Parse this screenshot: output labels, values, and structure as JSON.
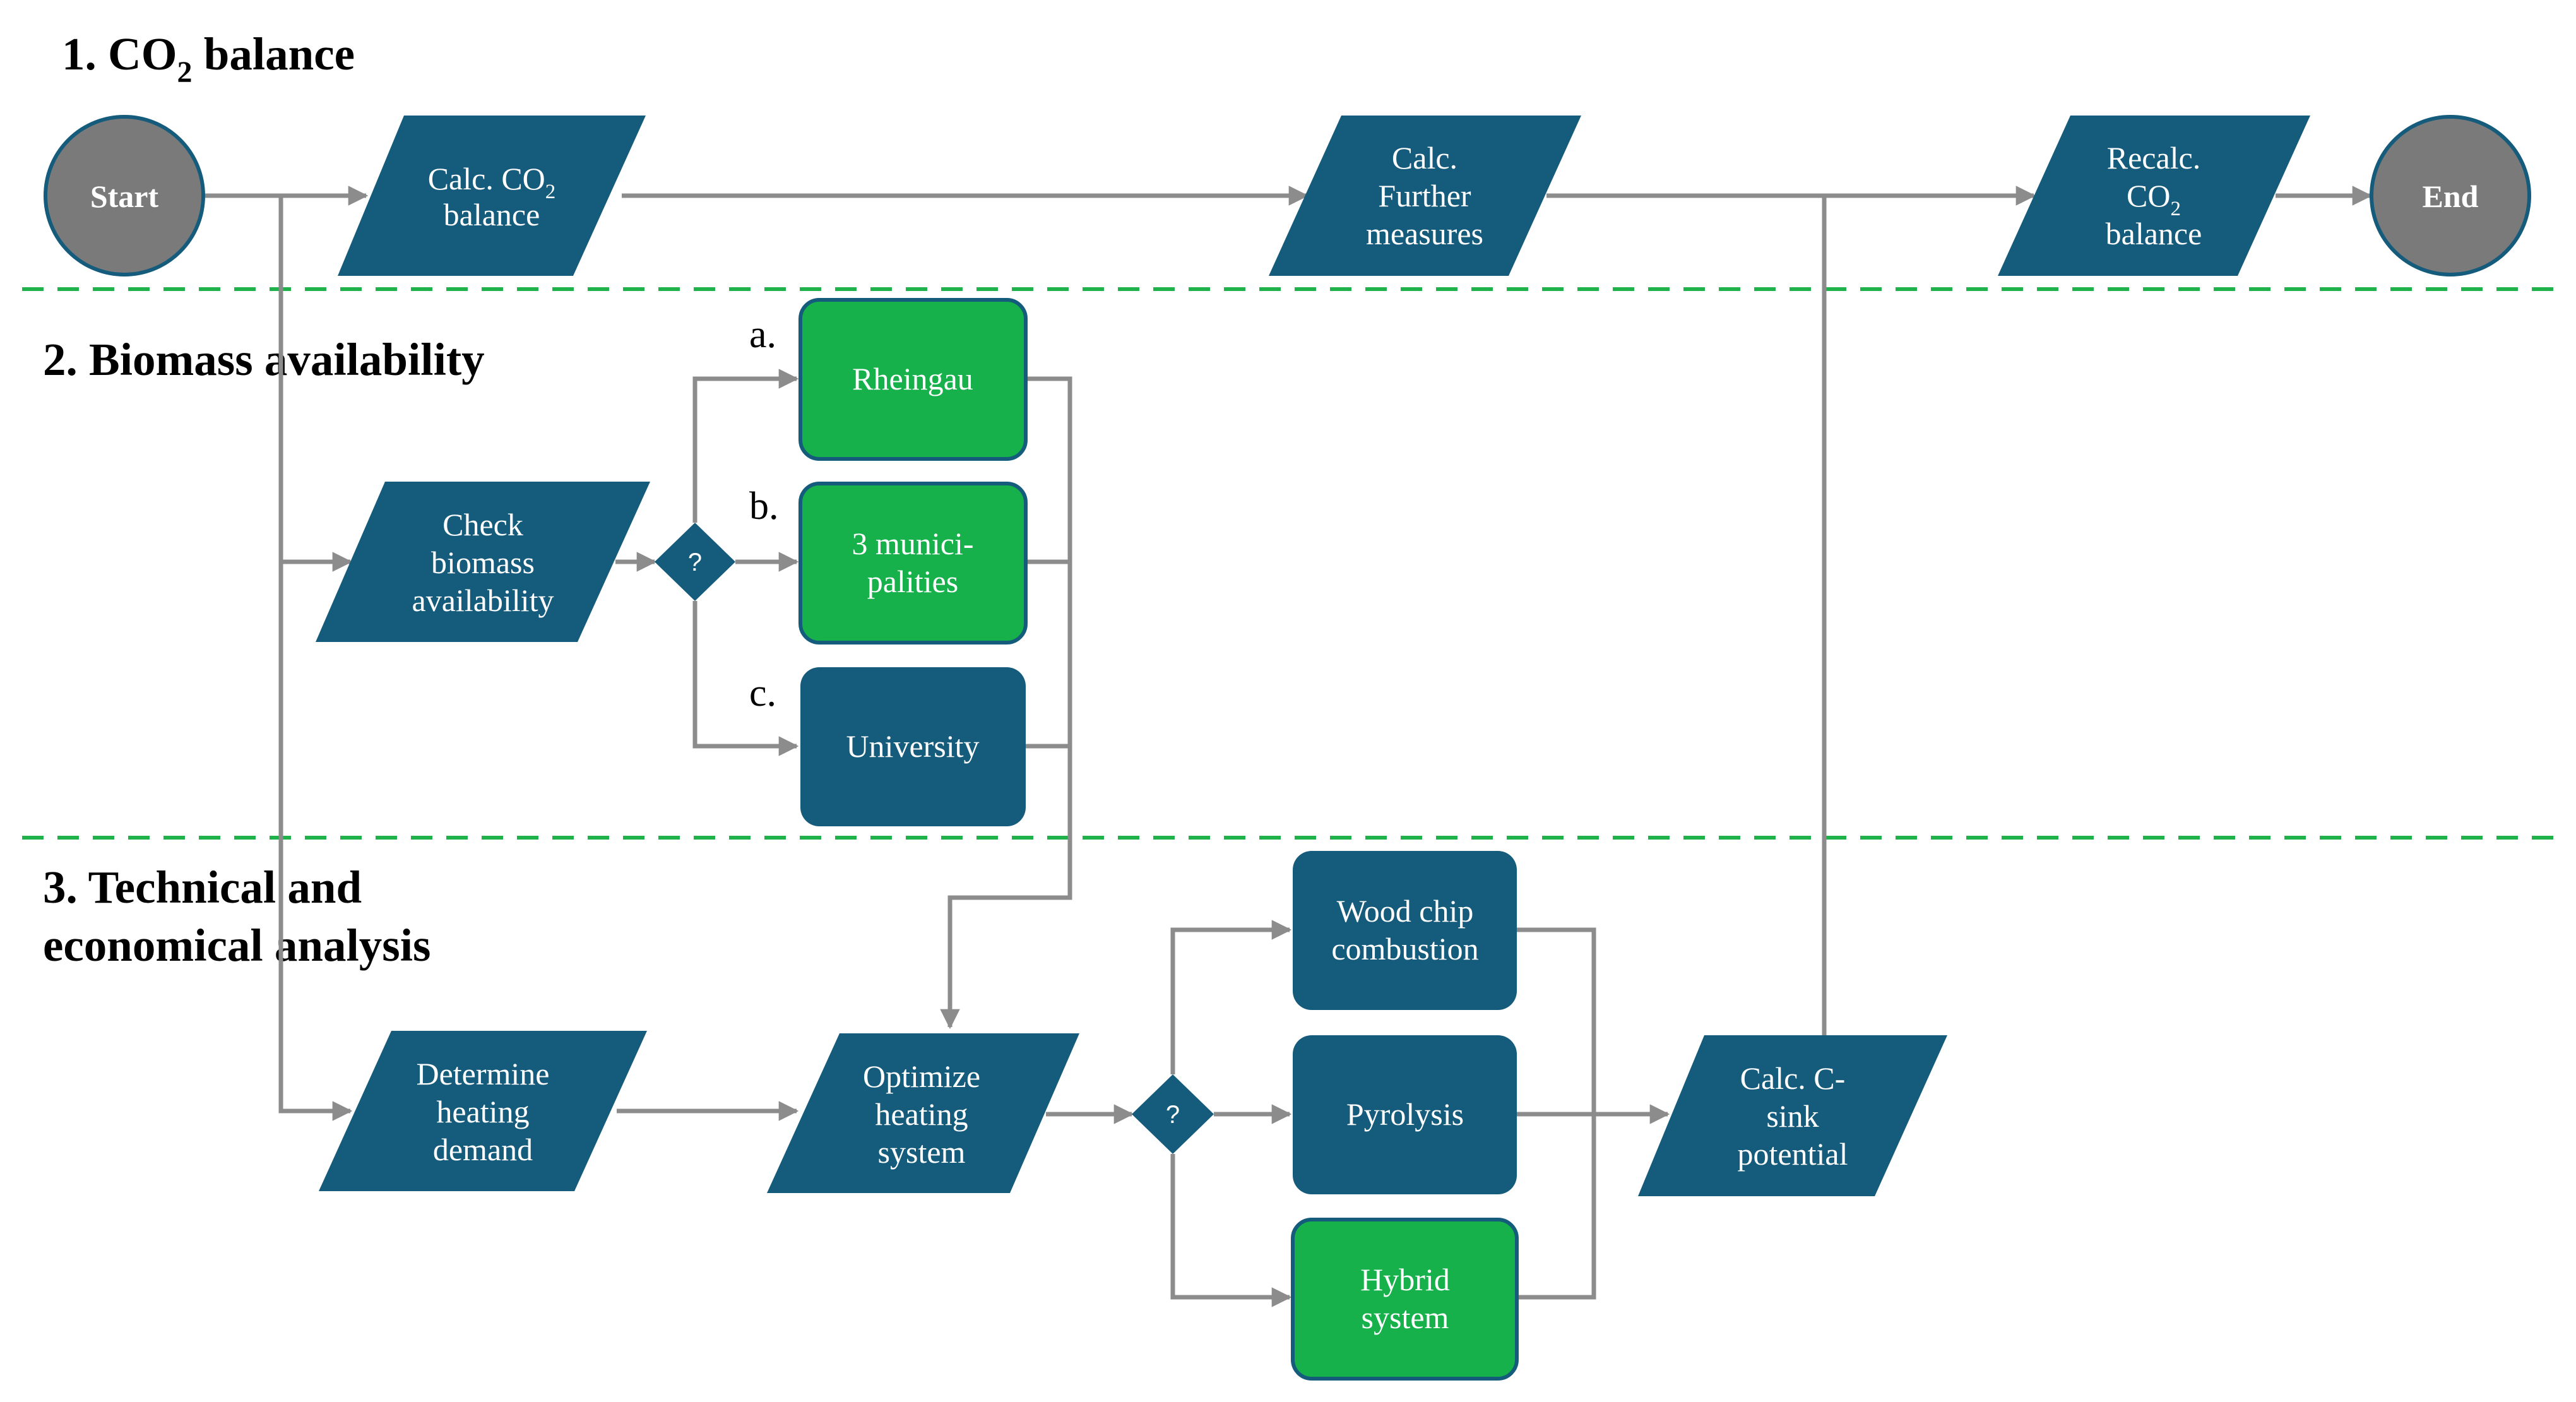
{
  "colors": {
    "dark_blue": "#155b7c",
    "green": "#16b14b",
    "gray": "#7a7a7a",
    "connector": "#8c8c8c",
    "divider": "#1fb14a"
  },
  "sections": {
    "s1": {
      "prefix": "1. CO",
      "sub": "2",
      "suffix": " balance"
    },
    "s2": {
      "title": "2. Biomass availability"
    },
    "s3": {
      "line1": "3. Technical and",
      "line2": "economical analysis"
    }
  },
  "nodes": {
    "start": "Start",
    "end": "End",
    "calc_co2": {
      "line1_pre": "Calc. CO",
      "line1_sub": "2",
      "line2": "balance"
    },
    "further": [
      "Calc.",
      "Further",
      "measures"
    ],
    "recalc": {
      "line1": "Recalc.",
      "line2_pre": "CO",
      "line2_sub": "2",
      "line3": "balance"
    },
    "check_biomass": [
      "Check",
      "biomass",
      "availability"
    ],
    "decision_1": "?",
    "rheingau": "Rheingau",
    "municipalities": [
      "3 munici-",
      "palities"
    ],
    "university": "University",
    "heating_demand": [
      "Determine",
      "heating",
      "demand"
    ],
    "optimize": [
      "Optimize",
      "heating",
      "system"
    ],
    "decision_2": "?",
    "woodchip": [
      "Wood chip",
      "combustion"
    ],
    "pyrolysis": "Pyrolysis",
    "hybrid": [
      "Hybrid",
      "system"
    ],
    "csink": [
      "Calc. C-",
      "sink",
      "potential"
    ]
  },
  "options": {
    "a": "a.",
    "b": "b.",
    "c": "c."
  }
}
